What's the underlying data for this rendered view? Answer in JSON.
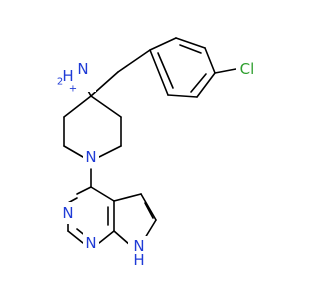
{
  "molecule": {
    "atoms": {
      "amine_n": "N",
      "amine_h": "H",
      "amine_h_sub": "2",
      "amine_charge": "+",
      "chlorine": "Cl",
      "piperidine_n": "N",
      "pyrimidine_n1": "N",
      "pyrimidine_n3": "N",
      "pyrrole_n": "N",
      "pyrrole_h": "H"
    },
    "colors": {
      "nitrogen": "#1f3bd6",
      "chlorine": "#2f9f2f",
      "bond": "#000000"
    }
  }
}
